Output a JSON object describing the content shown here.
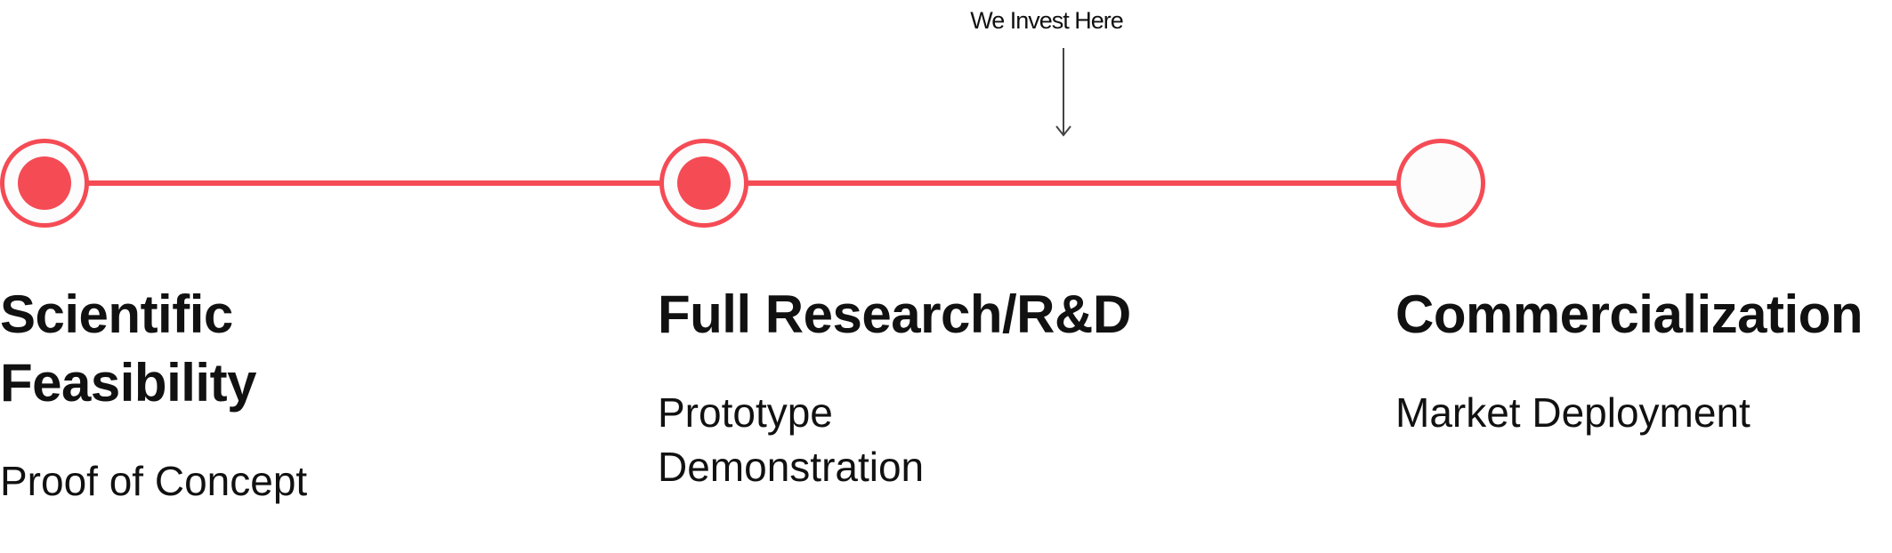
{
  "annotation": {
    "label": "We Invest Here",
    "icon": "arrow-down-icon"
  },
  "colors": {
    "accent": "#f54b55",
    "text": "#111111",
    "node_fill": "#fcfcfc"
  },
  "stages": [
    {
      "title_line1": "Scientific",
      "title_line2": "Feasibility",
      "subtitle": "Proof of Concept",
      "state": "completed"
    },
    {
      "title_line1": "Full Research/R&D",
      "subtitle_line1": "Prototype",
      "subtitle_line2": "Demonstration",
      "state": "completed"
    },
    {
      "title_line1": "Commercialization",
      "subtitle": "Market Deployment",
      "state": "pending"
    }
  ]
}
